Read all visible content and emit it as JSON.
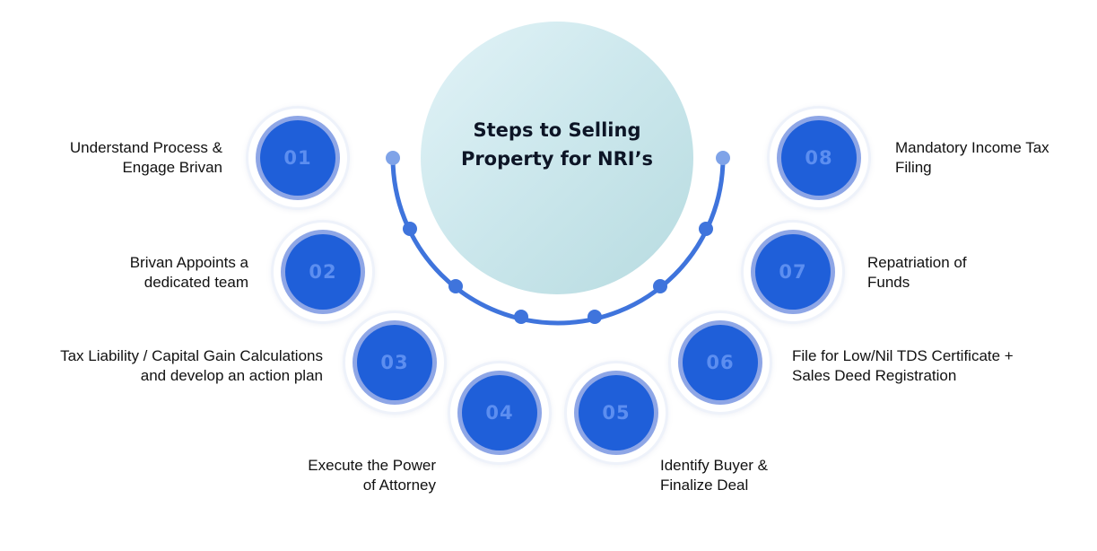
{
  "title_line1": "Steps to Selling",
  "title_line2": "Property for NRI’s",
  "colors": {
    "arc": "#3f74dc",
    "arc_end_dot": "#7fa3e8",
    "circle_core": "#1f5fd9",
    "circle_ring": "#8ea6e6",
    "number_text": "#5c8ef0"
  },
  "steps": [
    {
      "number": "01",
      "line1": "Understand Process &",
      "line2": "Engage Brivan"
    },
    {
      "number": "02",
      "line1": "Brivan Appoints a",
      "line2": "dedicated team"
    },
    {
      "number": "03",
      "line1": "Tax Liability / Capital Gain Calculations",
      "line2": "and develop an action plan"
    },
    {
      "number": "04",
      "line1": "Execute the Power",
      "line2": "of Attorney"
    },
    {
      "number": "05",
      "line1": "Identify Buyer &",
      "line2": "Finalize Deal"
    },
    {
      "number": "06",
      "line1": "File for Low/Nil TDS Certificate +",
      "line2": "Sales Deed Registration"
    },
    {
      "number": "07",
      "line1": "Repatriation of",
      "line2": "Funds"
    },
    {
      "number": "08",
      "line1": "Mandatory Income Tax",
      "line2": "Filing"
    }
  ]
}
